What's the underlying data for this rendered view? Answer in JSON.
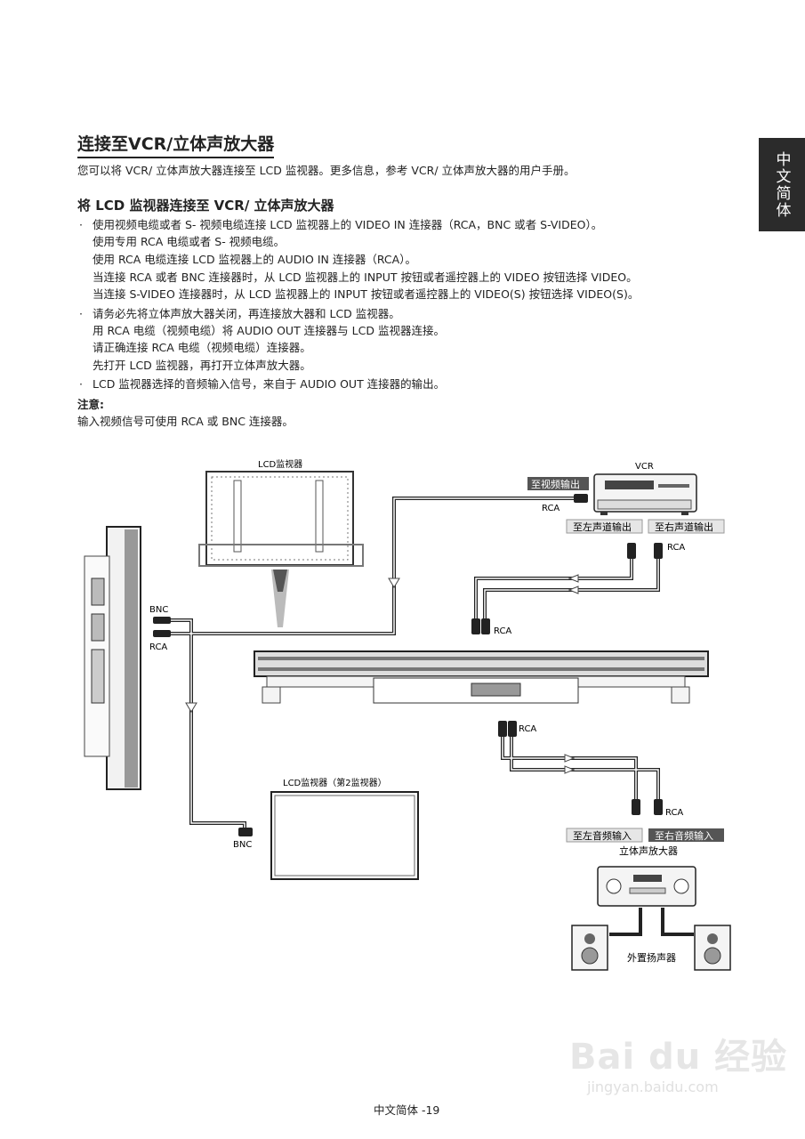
{
  "side_tab": "中文简体",
  "title": "连接至VCR/立体声放大器",
  "intro": "您可以将 VCR/ 立体声放大器连接至 LCD 监视器。更多信息，参考 VCR/ 立体声放大器的用户手册。",
  "subtitle": "将 LCD 监视器连接至 VCR/ 立体声放大器",
  "bullet_char": "·",
  "lines": [
    "使用视频电缆或者 S- 视频电缆连接 LCD 监视器上的 VIDEO IN 连接器（RCA，BNC 或者 S-VIDEO）。",
    "使用专用 RCA 电缆或者 S- 视频电缆。",
    "使用 RCA 电缆连接 LCD 监视器上的 AUDIO IN 连接器（RCA）。",
    "当连接 RCA 或者 BNC 连接器时，从 LCD 监视器上的 INPUT 按钮或者遥控器上的 VIDEO 按钮选择 VIDEO。",
    "当连接 S-VIDEO 连接器时，从 LCD 监视器上的 INPUT 按钮或者遥控器上的 VIDEO(S) 按钮选择 VIDEO(S)。",
    "请务必先将立体声放大器关闭，再连接放大器和 LCD 监视器。",
    "用 RCA 电缆（视频电缆）将 AUDIO OUT 连接器与 LCD 监视器连接。",
    "请正确连接 RCA 电缆（视频电缆）连接器。",
    "先打开 LCD 监视器，再打开立体声放大器。",
    "LCD 监视器选择的音频输入信号，来自于 AUDIO OUT 连接器的输出。"
  ],
  "note_title": "注意:",
  "note_text": "输入视频信号可使用 RCA 或 BNC 连接器。",
  "diagram": {
    "lcd_monitor": "LCD监视器",
    "vcr": "VCR",
    "to_video_out": "至视频输出",
    "rca": "RCA",
    "to_left_out": "至左声道输出",
    "to_right_out": "至右声道输出",
    "bnc": "BNC",
    "lcd_monitor_2": "LCD监视器（第2监视器）",
    "to_left_in": "至左音频输入",
    "to_right_in": "至右音频输入",
    "amplifier": "立体声放大器",
    "ext_speakers": "外置扬声器"
  },
  "watermark": {
    "logo": "Bai du 经验",
    "url": "jingyan.baidu.com"
  },
  "footer": "中文简体 -19"
}
